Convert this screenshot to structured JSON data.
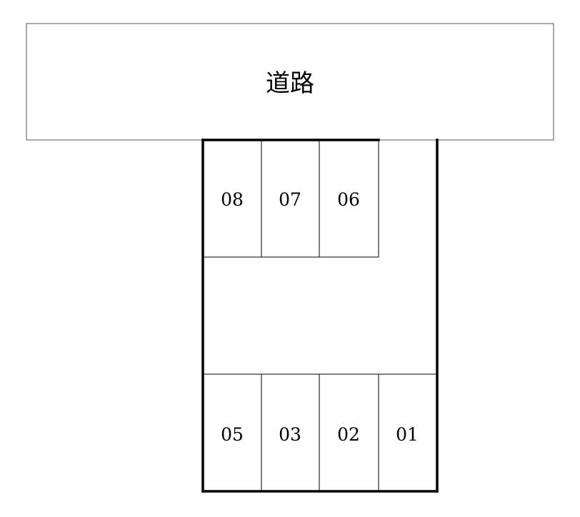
{
  "road": {
    "label": "道路"
  },
  "parking_spaces": {
    "top_row": [
      "08",
      "07",
      "06"
    ],
    "bottom_row": [
      "05",
      "03",
      "02",
      "01"
    ]
  },
  "colors": {
    "line": "#000000",
    "road_border": "#555555",
    "background": "#ffffff"
  }
}
